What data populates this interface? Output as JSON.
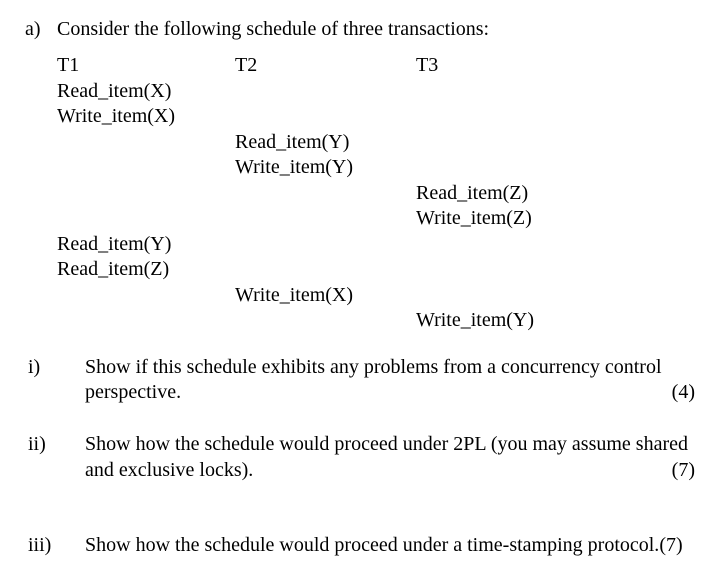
{
  "page": {
    "background": "#ffffff",
    "text_color": "#000000"
  },
  "part": {
    "label": "a)",
    "intro": "Consider the following schedule of three transactions:"
  },
  "schedule": {
    "columns": [
      {
        "name": "T1"
      },
      {
        "name": "T2"
      },
      {
        "name": "T3"
      }
    ],
    "operations": [
      {
        "transaction": "T1",
        "col": 0,
        "op": "Read_item(X)"
      },
      {
        "transaction": "T1",
        "col": 0,
        "op": "Write_item(X)"
      },
      {
        "transaction": "T2",
        "col": 1,
        "op": "Read_item(Y)"
      },
      {
        "transaction": "T2",
        "col": 1,
        "op": "Write_item(Y)"
      },
      {
        "transaction": "T3",
        "col": 2,
        "op": "Read_item(Z)"
      },
      {
        "transaction": "T3",
        "col": 2,
        "op": "Write_item(Z)"
      },
      {
        "transaction": "T1",
        "col": 0,
        "op": "Read_item(Y)"
      },
      {
        "transaction": "T1",
        "col": 0,
        "op": "Read_item(Z)"
      },
      {
        "transaction": "T2",
        "col": 1,
        "op": "Write_item(X)"
      },
      {
        "transaction": "T3",
        "col": 2,
        "op": "Write_item(Y)"
      }
    ]
  },
  "subquestions": [
    {
      "label": "i)",
      "lines": [
        "Show if this schedule exhibits any problems from a concurrency control",
        "perspective."
      ],
      "marks": "(4)",
      "marks_position": "right"
    },
    {
      "label": "ii)",
      "lines": [
        "Show how the schedule would proceed under 2PL (you may assume shared",
        "and exclusive locks)."
      ],
      "marks": "(7)",
      "marks_position": "right"
    },
    {
      "label": "iii)",
      "lines": [
        "Show how the schedule would proceed under a time-stamping protocol."
      ],
      "marks": "(7)",
      "marks_position": "inline"
    }
  ]
}
